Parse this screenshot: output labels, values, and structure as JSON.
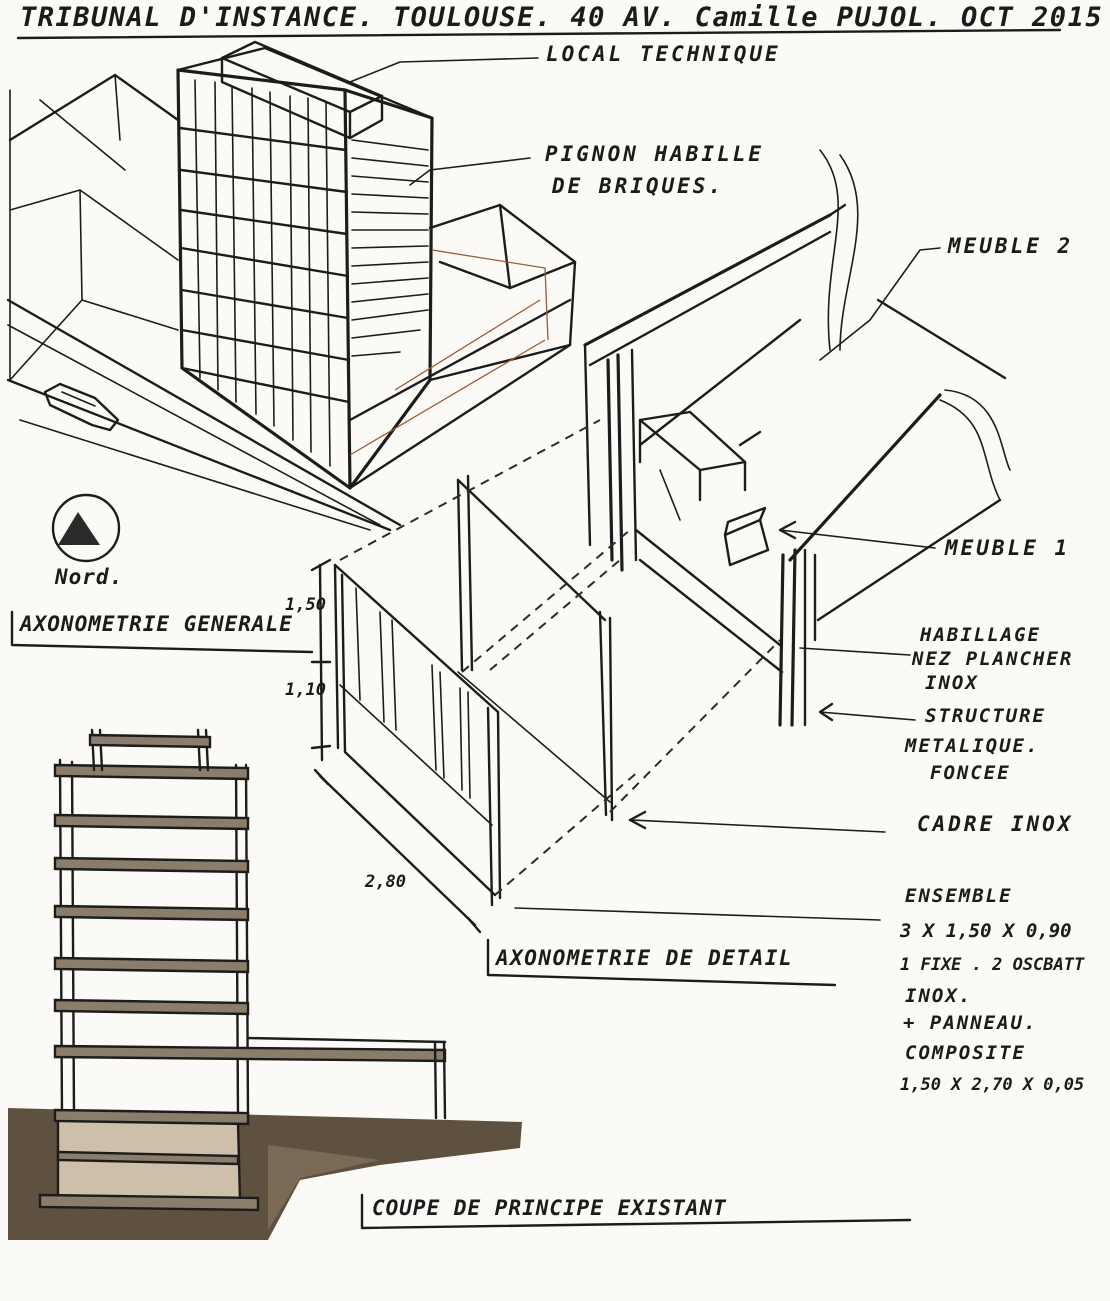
{
  "sheet": {
    "title": "TRIBUNAL D'INSTANCE. TOULOUSE. 40 AV. Camille PUJOL. OCT 2015",
    "north_label": "Nord.",
    "north_icon": "north-arrow-icon",
    "ink_color": "#1c1c1c",
    "wash_color": "#5e5140",
    "trace_color": "#9b5b35"
  },
  "labels": {
    "local_technique": "LOCAL TECHNIQUE",
    "pignon_line1": "PIGNON HABILLE",
    "pignon_line2": "DE BRIQUES.",
    "meuble2": "MEUBLE 2",
    "meuble1": "MEUBLE 1",
    "habillage_line1": "HABILLAGE",
    "habillage_line2": "NEZ PLANCHER",
    "habillage_line3": "INOX",
    "structure_line1": "STRUCTURE",
    "structure_line2": "METALIQUE.",
    "structure_line3": "FONCEE",
    "cadre_inox": "CADRE INOX",
    "ensemble_line1": "ENSEMBLE",
    "ensemble_line2": "3 X 1,50 X 0,90",
    "ensemble_line3": "1 FIXE . 2 OSCBATT",
    "ensemble_line4": "INOX.",
    "ensemble_line5": "+ PANNEAU.",
    "ensemble_line6": "COMPOSITE",
    "ensemble_line7": "1,50 X 2,70 X 0,05"
  },
  "headings": {
    "axo_general": "AXONOMETRIE GENERALE",
    "axo_detail": "AXONOMETRIE DE DETAIL",
    "coupe": "COUPE DE PRINCIPE EXISTANT"
  },
  "dimensions": {
    "upper_height": "1,50",
    "lower_height": "1,10",
    "width": "2,80"
  }
}
